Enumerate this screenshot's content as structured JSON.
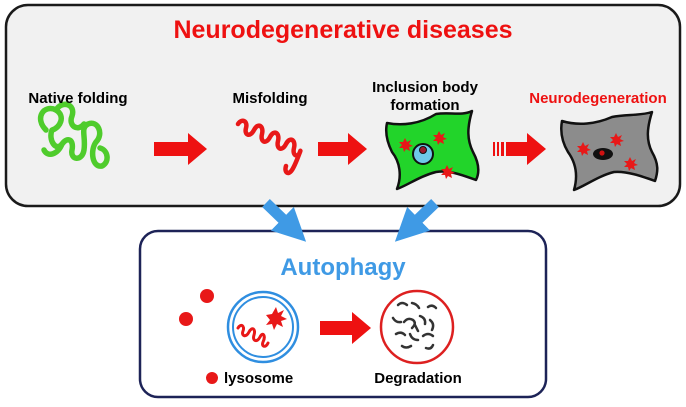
{
  "colors": {
    "title_red": "#ee1111",
    "autophagy_blue": "#3f9ae5",
    "protein_green": "#4fcc2c",
    "misfold_red": "#e81818",
    "cell_green": "#22d42a",
    "cell_gray": "#8c8c8c",
    "arrow_red": "#ee1111",
    "top_box_fill": "#f1f1f1",
    "bottom_box_stroke": "#1d2357",
    "lysosome_ring": "#2f8ee0",
    "degradation_ring": "#dd2020"
  },
  "pathology": {
    "title": "Neurodegenerative diseases",
    "steps": [
      {
        "label": "Native folding",
        "icon": "native-protein-coil"
      },
      {
        "label": "Misfolding",
        "icon": "misfolded-protein-coil"
      },
      {
        "label_line1": "Inclusion body",
        "label_line2": "formation",
        "icon": "inclusion-body-cell"
      },
      {
        "label": "Neurodegeneration",
        "icon": "degenerating-cell"
      }
    ]
  },
  "autophagy": {
    "title": "Autophagy",
    "lysosome_label": "lysosome",
    "degradation_label": "Degradation"
  }
}
